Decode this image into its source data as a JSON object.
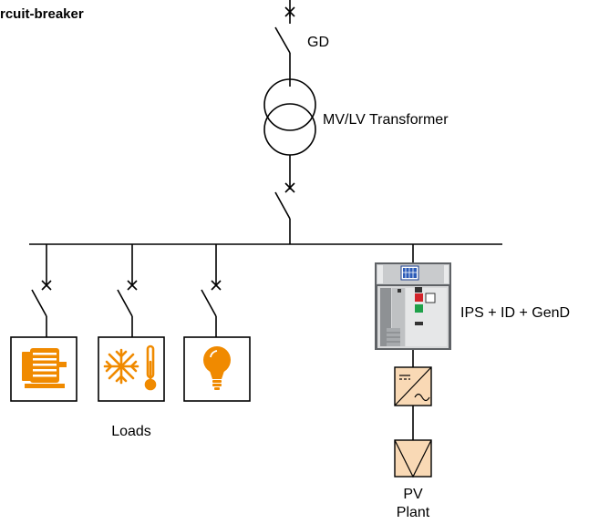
{
  "title": "rcuit-breaker",
  "labels": {
    "gd": "GD",
    "transformer": "MV/LV Transformer",
    "breaker": "IPS + ID + GenD",
    "loads": "Loads",
    "pv_line1": "PV",
    "pv_line2": "Plant"
  },
  "icons": {
    "load_1": "motor-icon",
    "load_2": "refrigeration-thermometer-icon",
    "load_3": "light-bulb-icon",
    "breaker": "air-circuit-breaker-icon",
    "inverter": "inverter-dc-ac-icon",
    "pv": "pv-panel-icon"
  },
  "colors": {
    "line": "#000000",
    "load_icon": "#F08A00",
    "pv_fill": "#F9D9B5",
    "breaker_body": "#5F6266"
  }
}
